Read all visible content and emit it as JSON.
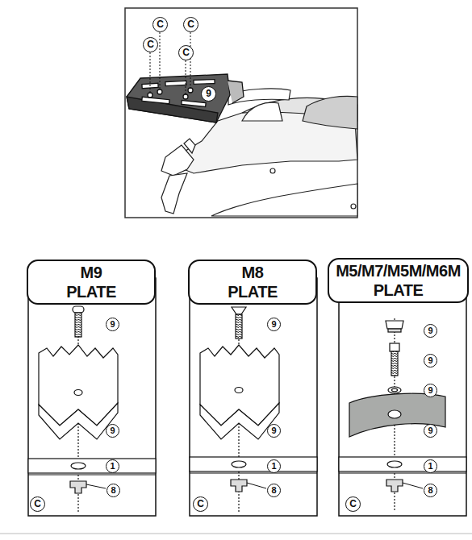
{
  "diagram": {
    "nodes": [
      {
        "text": [
          "M9 PLATE"
        ]
      },
      {
        "text": [
          "M8 PLATE"
        ]
      },
      {
        "text": [
          "M5/M7/M5M/M6M PLATE"
        ]
      }
    ],
    "labels": [
      "C",
      "C",
      "C",
      "C",
      "9",
      "9",
      "9",
      "1",
      "8",
      "C",
      "9",
      "9",
      "1",
      "8",
      "C",
      "9",
      "9",
      "9",
      "9",
      "1",
      "8",
      "C"
    ]
  }
}
